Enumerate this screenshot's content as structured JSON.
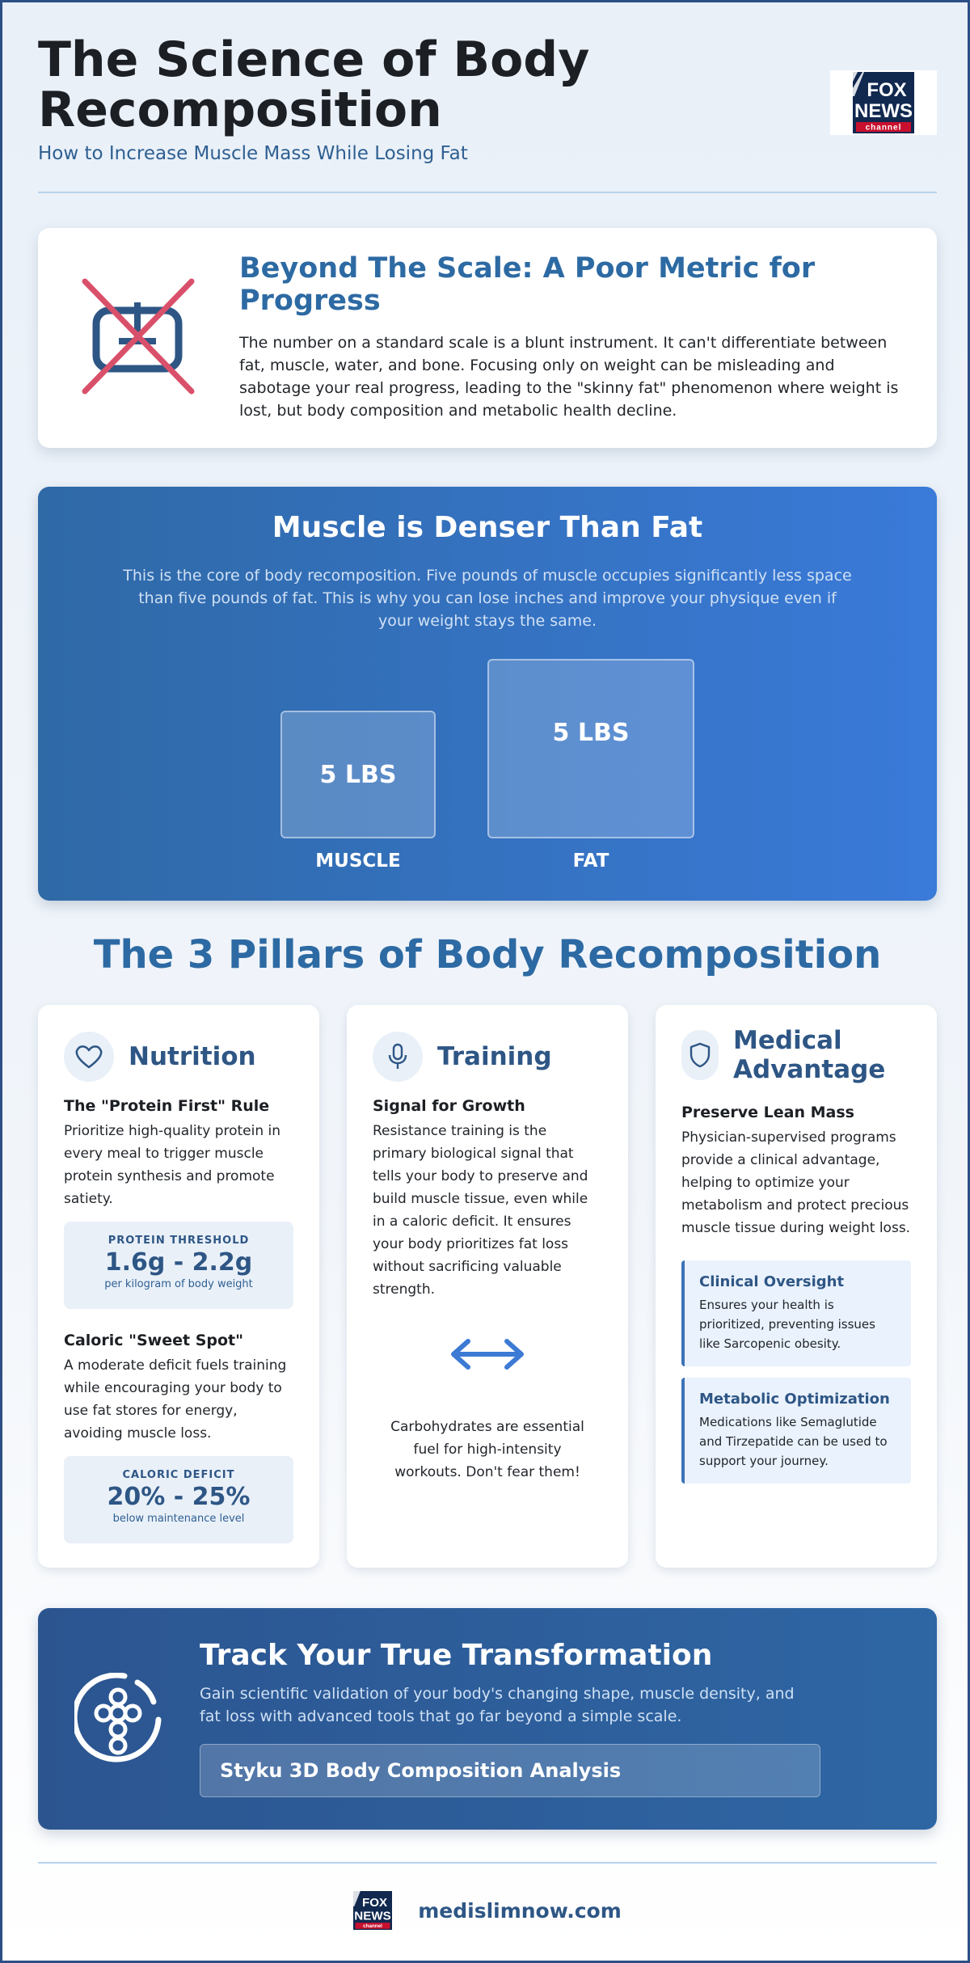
{
  "header": {
    "title": "The Science of Body Recomposition",
    "subtitle": "How to Increase Muscle Mass While Losing Fat",
    "logo_text_top": "FOX",
    "logo_text_mid": "NEWS",
    "logo_text_bottom": "channel"
  },
  "scale_card": {
    "title": "Beyond The Scale: A Poor Metric for Progress",
    "body": "The number on a standard scale is a blunt instrument. It can't differentiate between fat, muscle, water, and bone. Focusing only on weight can be misleading and sabotage your real progress, leading to the \"skinny fat\" phenomenon where weight is lost, but body composition and metabolic health decline.",
    "icon": "crossed-out-scale-icon"
  },
  "density": {
    "title": "Muscle is Denser Than Fat",
    "body": "This is the core of body recomposition. Five pounds of muscle occupies significantly less space than five pounds of fat. This is why you can lose inches and improve your physique even if your weight stays the same.",
    "muscle_weight": "5 LBS",
    "muscle_label": "MUSCLE",
    "fat_weight": "5 LBS",
    "fat_label": "FAT"
  },
  "pillars": {
    "title": "The 3 Pillars of Body Recomposition",
    "nutrition": {
      "name": "Nutrition",
      "icon": "heart-icon",
      "rule_title": "The \"Protein First\" Rule",
      "rule_text": "Prioritize high-quality protein in every meal to trigger muscle protein synthesis and promote satiety.",
      "protein_label": "PROTEIN THRESHOLD",
      "protein_value": "1.6g - 2.2g",
      "protein_sub": "per kilogram of body weight",
      "caloric_title": "Caloric \"Sweet Spot\"",
      "caloric_text": "A moderate deficit fuels training while encouraging your body to use fat stores for energy, avoiding muscle loss.",
      "deficit_label": "CALORIC DEFICIT",
      "deficit_value": "20% - 25%",
      "deficit_sub": "below maintenance level"
    },
    "training": {
      "name": "Training",
      "icon": "microphone-icon",
      "signal_title": "Signal for Growth",
      "signal_text": "Resistance training is the primary biological signal that tells your body to preserve and build muscle tissue, even while in a caloric deficit. It ensures your body prioritizes fat loss without sacrificing valuable strength.",
      "arrow_icon": "double-arrow-icon",
      "carb_note": "Carbohydrates are essential fuel for high-intensity workouts. Don't fear them!"
    },
    "medical": {
      "name": "Medical Advantage",
      "icon": "shield-icon",
      "preserve_title": "Preserve Lean Mass",
      "preserve_text": "Physician-supervised programs provide a clinical advantage, helping to optimize your metabolism and protect precious muscle tissue during weight loss.",
      "oversight_title": "Clinical Oversight",
      "oversight_text": "Ensures your health is prioritized, preventing issues like Sarcopenic obesity.",
      "metabolic_title": "Metabolic Optimization",
      "metabolic_text": "Medications like Semaglutide and Tirzepatide can be used to support your journey."
    }
  },
  "track": {
    "title": "Track Your True Transformation",
    "body": "Gain scientific validation of your body's changing shape, muscle density, and fat loss with advanced tools that go far beyond a simple scale.",
    "button": "Styku 3D Body Composition Analysis",
    "icon": "body-scan-icon"
  },
  "footer": {
    "url": "medislimnow.com"
  },
  "colors": {
    "primary": "#2d6aa3",
    "dark_blue": "#2e5685",
    "accent_red": "#d9506a",
    "border": "#2c4f86"
  }
}
